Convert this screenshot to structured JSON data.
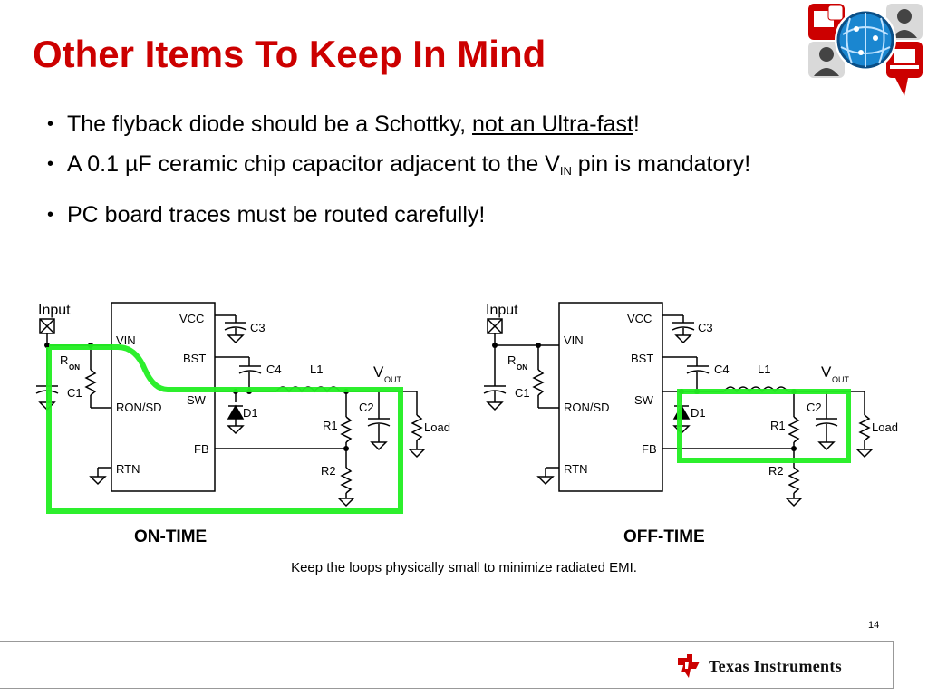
{
  "slide": {
    "title": "Other Items To Keep In Mind",
    "bullets": {
      "b1_text": "The flyback diode should be a Schottky, ",
      "b1_underlined": "not an Ultra-fast",
      "b1_end": "!",
      "b2_pre": "A 0.1 µF ceramic chip capacitor adjacent to the V",
      "b2_sub": "IN",
      "b2_post": " pin is mandatory!",
      "b3_text": "PC board traces must be routed carefully!"
    },
    "caption": "Keep the loops physically small to minimize radiated EMI.",
    "page_number": "14",
    "brand": "Texas Instruments"
  },
  "diagrams": {
    "left": {
      "label": "ON-TIME",
      "input": "Input",
      "pins": {
        "vcc": "VCC",
        "vin": "VIN",
        "bst": "BST",
        "ronsd": "RON/SD",
        "sw": "SW",
        "fb": "FB",
        "rtn": "RTN"
      },
      "parts": {
        "c3": "C3",
        "c4": "C4",
        "l1": "L1",
        "c1": "C1",
        "c2": "C2",
        "d1": "D1",
        "r1": "R1",
        "r2": "R2",
        "load": "Load",
        "ron": "R",
        "ron_sub": "ON",
        "vout": "V",
        "vout_sub": "OUT"
      }
    },
    "right": {
      "label": "OFF-TIME",
      "input": "Input",
      "pins": {
        "vcc": "VCC",
        "vin": "VIN",
        "bst": "BST",
        "ronsd": "RON/SD",
        "sw": "SW",
        "fb": "FB",
        "rtn": "RTN"
      },
      "parts": {
        "c3": "C3",
        "c4": "C4",
        "l1": "L1",
        "c1": "C1",
        "c2": "C2",
        "d1": "D1",
        "r1": "R1",
        "r2": "R2",
        "load": "Load",
        "ron": "R",
        "ron_sub": "ON",
        "vout": "V",
        "vout_sub": "OUT"
      }
    },
    "highlight_color": "#22ee22"
  }
}
